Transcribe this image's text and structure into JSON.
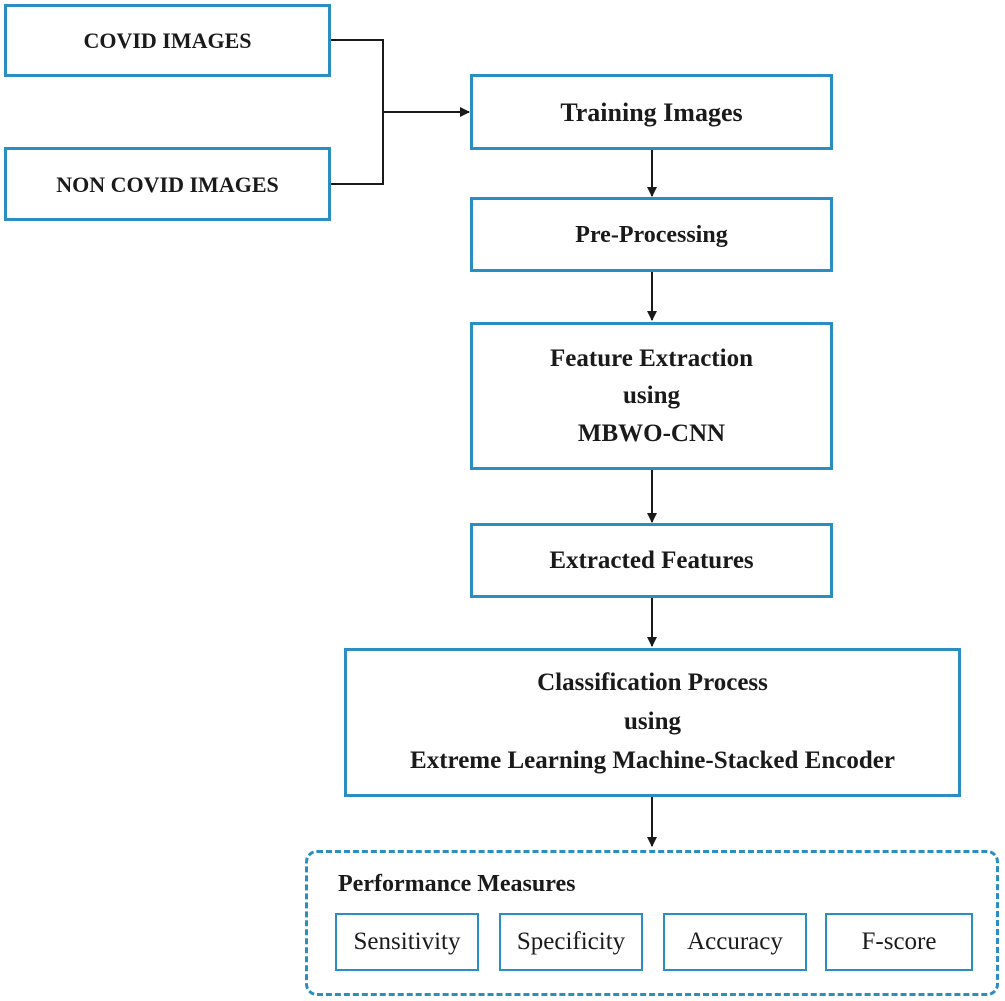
{
  "inputs": {
    "covid": "COVID IMAGES",
    "non_covid": "NON COVID IMAGES"
  },
  "steps": {
    "training": "Training Images",
    "preprocessing": "Pre-Processing",
    "feature_extraction": [
      "Feature Extraction",
      "using",
      "MBWO-CNN"
    ],
    "extracted": "Extracted Features",
    "classification": [
      "Classification Process",
      "using",
      "Extreme Learning Machine-Stacked Encoder"
    ]
  },
  "performance": {
    "title": "Performance Measures",
    "metrics": [
      "Sensitivity",
      "Specificity",
      "Accuracy",
      "F-score"
    ]
  },
  "colors": {
    "box_border": "#2a8fc0",
    "arrow": "#1a1a1a",
    "text": "#1a1a1a"
  }
}
